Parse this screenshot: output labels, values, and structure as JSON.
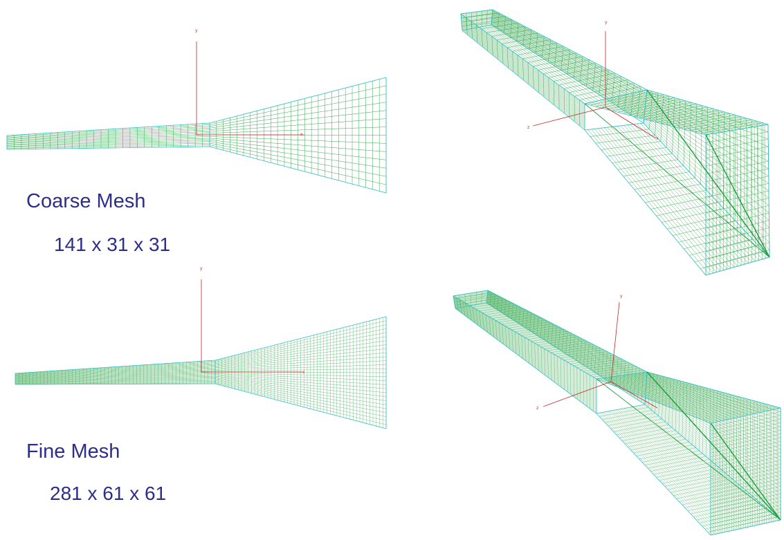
{
  "coarse": {
    "title": "Coarse Mesh",
    "dimensions": "141 x 31 x 31"
  },
  "fine": {
    "title": "Fine Mesh",
    "dimensions": "281 x 61 x 61"
  },
  "axes": {
    "x": "x",
    "y": "y",
    "z": "z"
  },
  "colors": {
    "mesh": "#1f9e3a",
    "edge": "#33c2c9",
    "axis": "#cc2222",
    "text": "#2d2d8a"
  }
}
